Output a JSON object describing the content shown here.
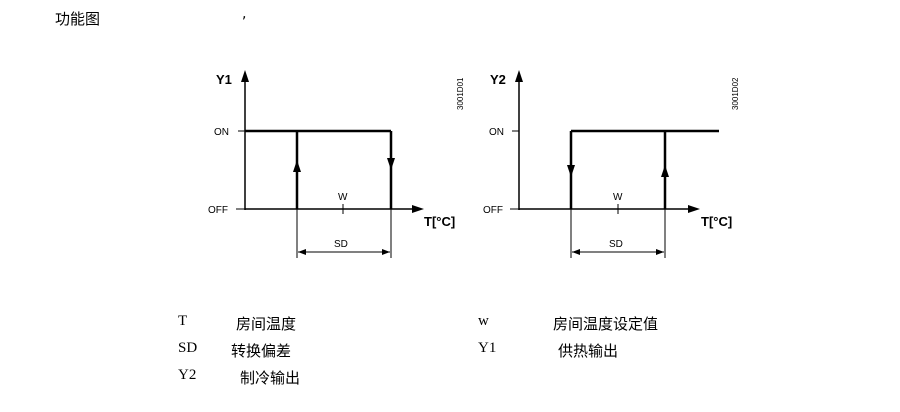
{
  "heading": "功能图",
  "heading_mark": ",",
  "diagram_left": {
    "y_label": "Y1",
    "x_label": "T[°C]",
    "on_label": "ON",
    "off_label": "OFF",
    "w_label": "W",
    "sd_label": "SD",
    "code": "3001D01"
  },
  "diagram_right": {
    "y_label": "Y2",
    "x_label": "T[°C]",
    "on_label": "ON",
    "off_label": "OFF",
    "w_label": "W",
    "sd_label": "SD",
    "code": "3001D02"
  },
  "legend": {
    "t_symbol": "T",
    "t_desc": "房间温度",
    "w_symbol": "w",
    "w_desc": "房间温度设定值",
    "sd_symbol": "SD",
    "sd_desc": "转换偏差",
    "y1_symbol": "Y1",
    "y1_desc": "供热输出",
    "y2_symbol": "Y2",
    "y2_desc": "制冷输出"
  }
}
